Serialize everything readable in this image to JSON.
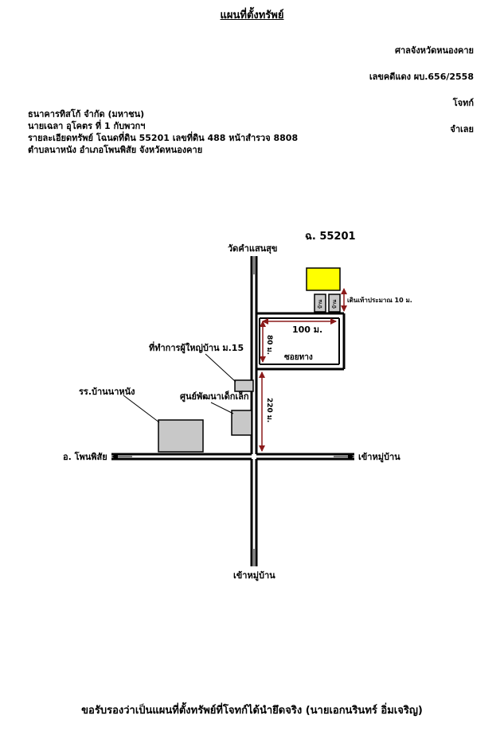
{
  "header": {
    "title": "แผนที่ตั้งทรัพย์",
    "court": "ศาลจังหวัดหนองคาย",
    "case_no": "เลขคดีแดง ผบ.656/2558",
    "plaintiff_label": "โจทก์",
    "defendant_label": "จำเลย"
  },
  "parties": {
    "plaintiff": "ธนาคารทิสโก้ จำกัด (มหาชน)",
    "defendant": "นายเฉลา อุโคตร ที่ 1 กับพวกฯ",
    "property_detail": "รายละเอียดทรัพย์ โฉนดที่ดิน 55201 เลขที่ดิน 488 หน้าสำรวจ 8808",
    "location": "ตำบลนาหนัง อำเภอโพนพิสัย จังหวัดหนองคาย"
  },
  "map": {
    "deed_label": "ฉ. 55201",
    "temple": "วัดคำแสนสุข",
    "walk_note": "เดินเท้าประมาณ 10 ม.",
    "house_label": "บ้าน",
    "dist_100": "100 ม.",
    "dist_80": "80 ม.",
    "soi": "ซอยทาง",
    "village_head_office": "ที่ทำการผู้ใหญ่บ้าน ม.15",
    "school": "รร.บ้านนาหนัง",
    "child_center": "ศูนย์พัฒนาเด็กเล็ก",
    "dist_220": "220 ม.",
    "west": "อ. โพนพิสัย",
    "east": "เข้าหมู่บ้าน",
    "south": "เข้าหมู่บ้าน",
    "colors": {
      "property": "#ffff00",
      "building": "#c8c8c8"
    }
  },
  "footer": {
    "certification": "ขอรับรองว่าเป็นแผนที่ตั้งทรัพย์ที่โจทก์ได้นำยึดจริง (นายเอกนรินทร์ อิ่มเจริญ)"
  }
}
